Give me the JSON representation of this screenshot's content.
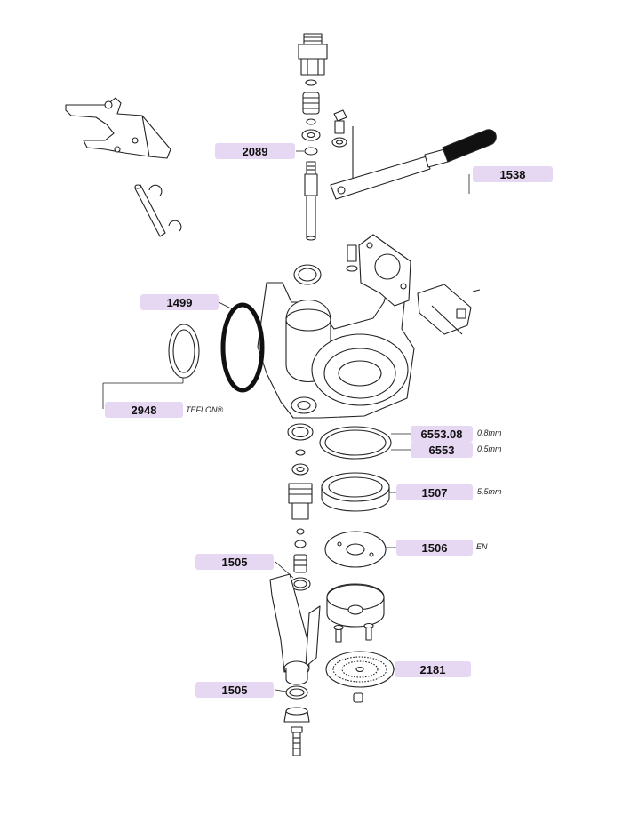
{
  "theme": {
    "label_bg": "#e6d7f3",
    "line": "#222222"
  },
  "callouts": [
    {
      "id": "c2089",
      "label": "2089"
    },
    {
      "id": "c1538",
      "label": "1538"
    },
    {
      "id": "c1499",
      "label": "1499"
    },
    {
      "id": "c2948",
      "label": "2948"
    },
    {
      "id": "c655308",
      "label": "6553.08"
    },
    {
      "id": "c6553",
      "label": "6553"
    },
    {
      "id": "c1507",
      "label": "1507"
    },
    {
      "id": "c1506",
      "label": "1506"
    },
    {
      "id": "c1505a",
      "label": "1505"
    },
    {
      "id": "c2181",
      "label": "2181"
    },
    {
      "id": "c1505b",
      "label": "1505"
    }
  ],
  "notes": {
    "teflon": "TEFLON®",
    "t08": "0,8mm",
    "t05": "0,5mm",
    "t55": "5,5mm",
    "en": "EN"
  }
}
